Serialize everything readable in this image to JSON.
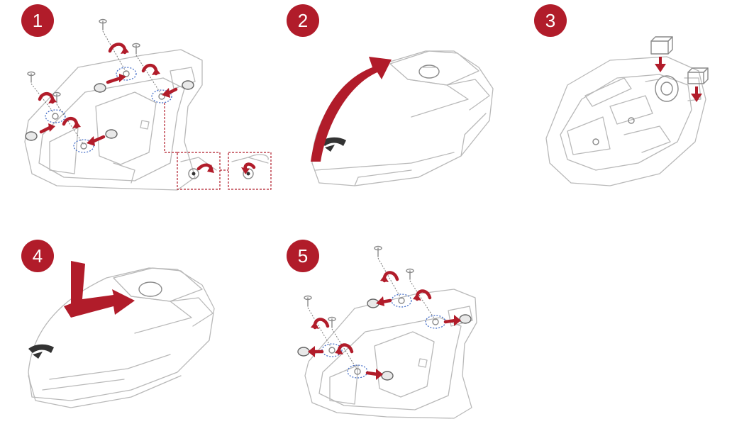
{
  "steps": [
    {
      "number": "1"
    },
    {
      "number": "2"
    },
    {
      "number": "3"
    },
    {
      "number": "4"
    },
    {
      "number": "5"
    }
  ],
  "colors": {
    "accent": "#b11c2a",
    "outline": "#b9b9b9",
    "screw_highlight": "#3a66c4"
  }
}
